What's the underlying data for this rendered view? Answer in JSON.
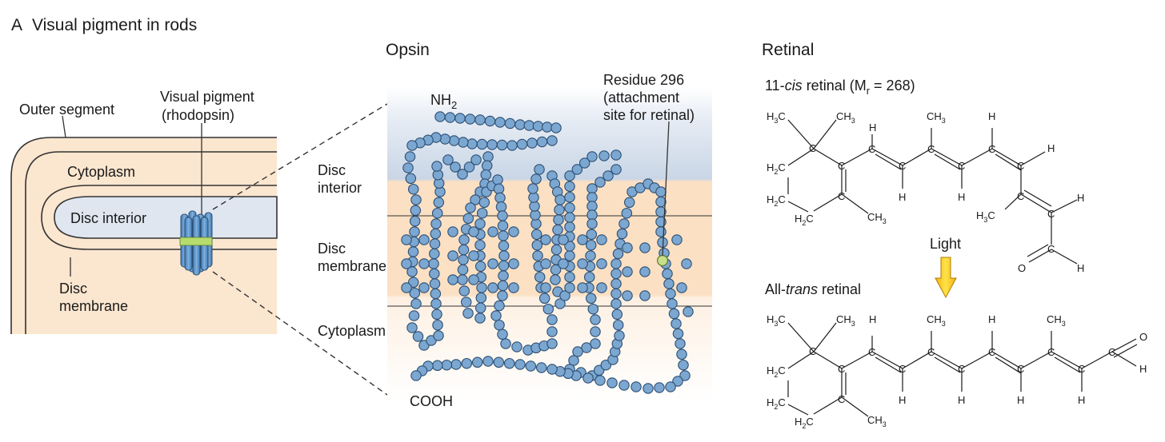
{
  "panel": {
    "letter": "A",
    "title": "Visual pigment in rods"
  },
  "rod": {
    "outer_segment": "Outer segment",
    "visual_pigment_line1": "Visual pigment",
    "visual_pigment_line2": "(rhodopsin)",
    "cytoplasm": "Cytoplasm",
    "disc_interior": "Disc interior",
    "disc_membrane_line1": "Disc",
    "disc_membrane_line2": "membrane"
  },
  "opsin": {
    "title": "Opsin",
    "nh2_main": "NH",
    "nh2_sub": "2",
    "cooh": "COOH",
    "residue_line1": "Residue 296",
    "residue_line2": "(attachment",
    "residue_line3": "site for retinal)",
    "disc_interior_line1": "Disc",
    "disc_interior_line2": "interior",
    "disc_membrane_line1": "Disc",
    "disc_membrane_line2": "membrane",
    "cytoplasm": "Cytoplasm"
  },
  "retinal": {
    "title": "Retinal",
    "cis_pre": "11-",
    "cis_italic": "cis",
    "cis_post": " retinal (M",
    "cis_sub": "r",
    "cis_end": " = 268)",
    "light": "Light",
    "trans_pre": "All-",
    "trans_italic": "trans",
    "trans_post": " retinal"
  },
  "colors": {
    "rod_fill": "#fbe6cf",
    "disc_fill": "#dfe6f0",
    "membrane_band": "#fbe3c8",
    "interior_top": "#c9d6e6",
    "bead": "#7ba7d1",
    "bead_stroke": "#2d4e72",
    "residue_bead": "#c8e08a",
    "pigment_cylinder": "#5b93c9",
    "retinal_band": "#b6dc6e",
    "arrow": "#f6d116"
  }
}
